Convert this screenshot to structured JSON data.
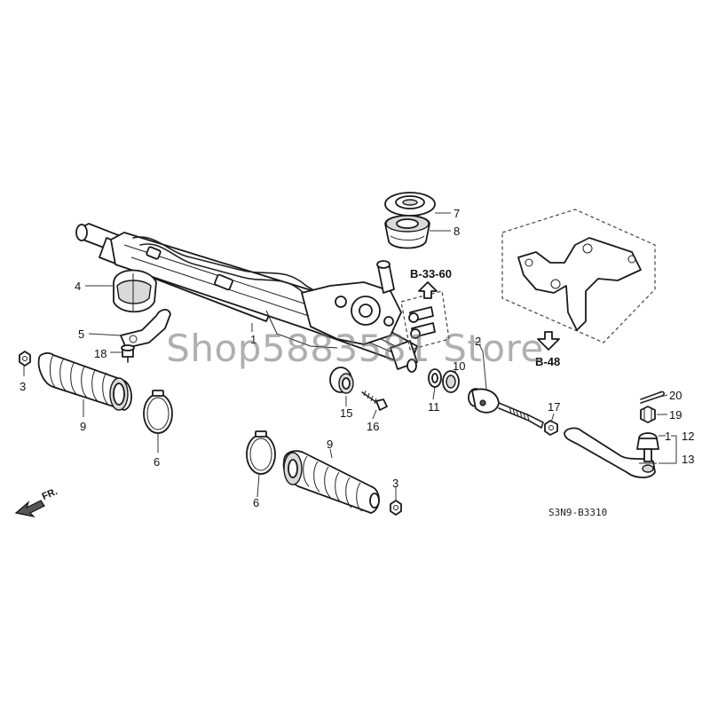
{
  "callouts": {
    "c1_rack": "1",
    "c1_tie": "1",
    "c2": "2",
    "c3_left": "3",
    "c3_right": "3",
    "c4": "4",
    "c5": "5",
    "c6_left": "6",
    "c6_right": "6",
    "c7": "7",
    "c8": "8",
    "c9_left": "9",
    "c9_right": "9",
    "c10": "10",
    "c11": "11",
    "c12": "12",
    "c13": "13",
    "c15": "15",
    "c16": "16",
    "c17": "17",
    "c18": "18",
    "c19": "19",
    "c20": "20"
  },
  "references": {
    "gearbox_ref": "B-33-60",
    "bracket_ref": "B-48"
  },
  "front_marker": "FR.",
  "diagram_code": "S3N9-B3310",
  "watermark": "Shop5883581 Store",
  "colors": {
    "line": "#222222",
    "background": "#ffffff",
    "watermark": "#6e6e6e"
  },
  "icons": {
    "front": "front-arrow-icon",
    "ref_up": "ref-arrow-up-icon",
    "ref_down": "ref-arrow-down-icon"
  }
}
